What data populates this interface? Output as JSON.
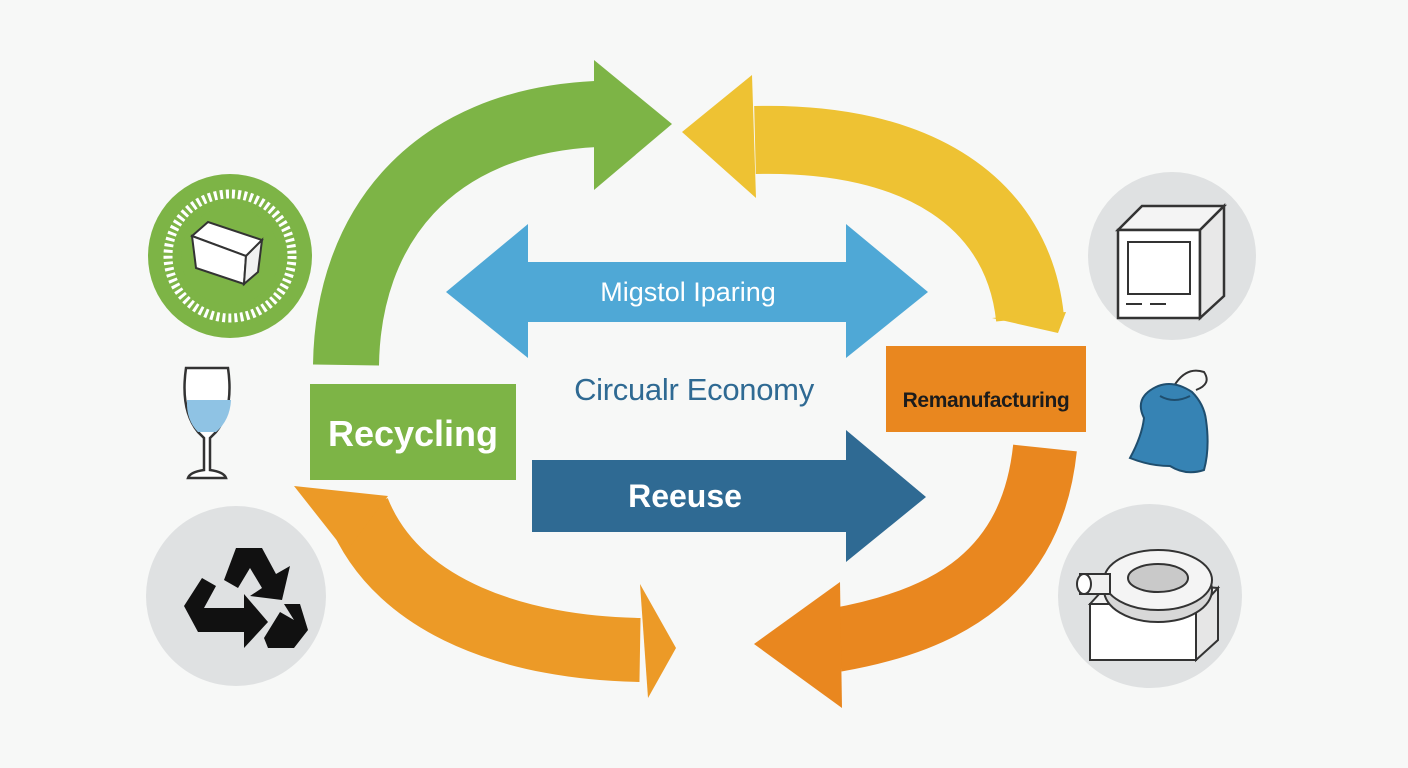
{
  "diagram": {
    "title": "Circualr Economy",
    "arrows": {
      "top_double": "Migstol Iparing",
      "reuse": "Reeuse",
      "recycling": "Recycling",
      "remanufacturing": "Remanufacturing"
    },
    "icons": [
      "recycled-box-icon",
      "glass-icon",
      "recycle-icon",
      "appliance-box-icon",
      "blue-bag-icon",
      "tape-roll-icon"
    ],
    "colors": {
      "green": "#7db446",
      "yellow": "#eec233",
      "orange": "#e9871f",
      "light_blue": "#4fa8d6",
      "dark_blue": "#2f6a93",
      "grey_circle": "#dfe1e2",
      "bag_blue": "#3683b4"
    }
  }
}
